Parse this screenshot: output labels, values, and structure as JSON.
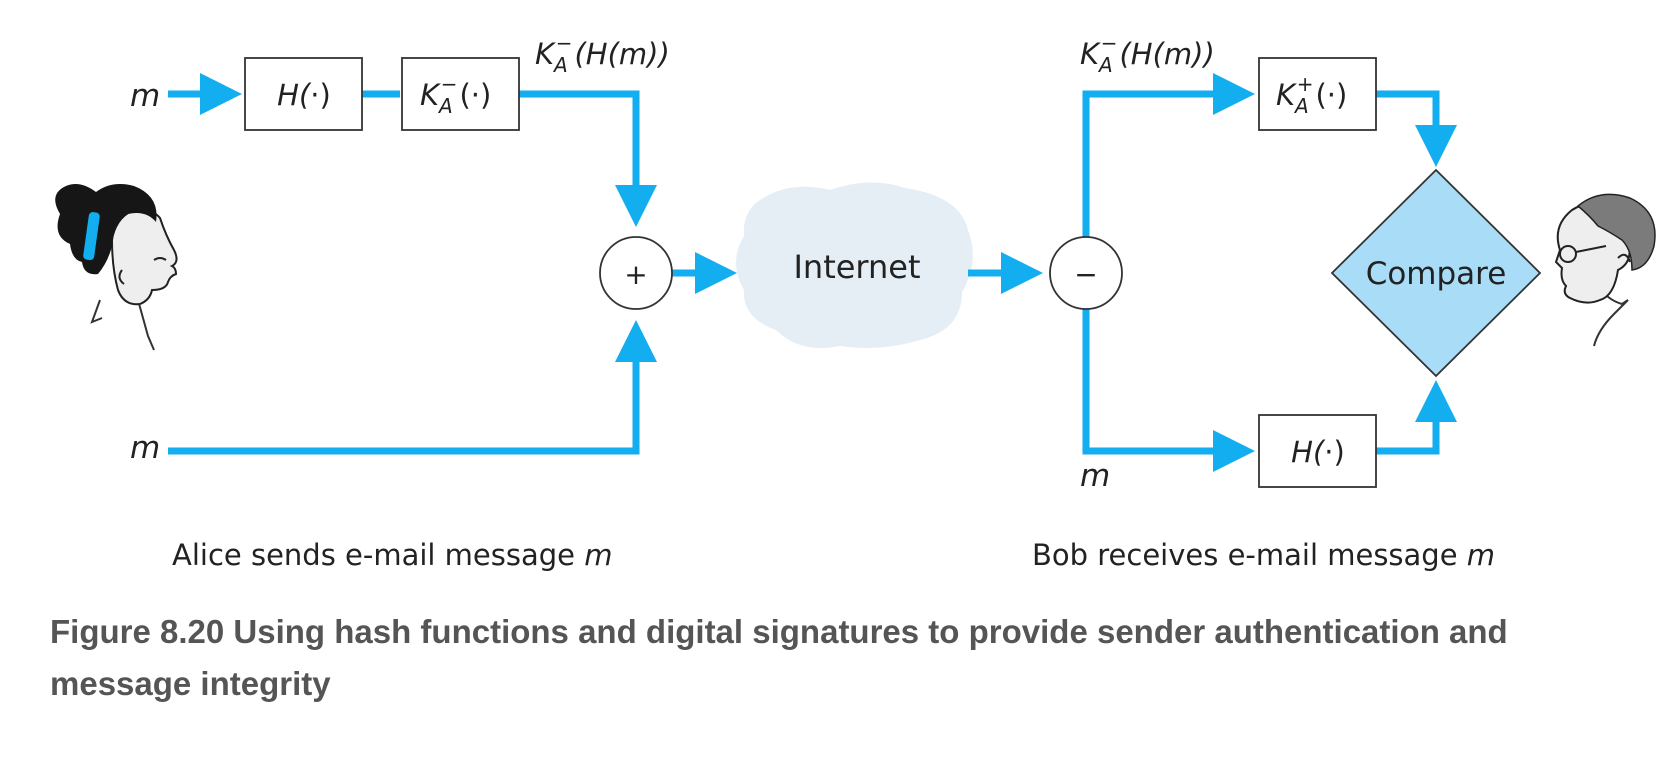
{
  "diagram": {
    "colors": {
      "arrow": "#12AEEF",
      "box_stroke": "#333333",
      "cloud": "#E6EEF5",
      "compare_fill": "#A9DDF7",
      "text": "#222222",
      "caption": "#555555"
    },
    "alice": {
      "input_m_top": "m",
      "input_m_bottom": "m",
      "hash_box": {
        "base": "H(",
        "dot": "·",
        "close": ")"
      },
      "private_key_box": {
        "k": "K",
        "sub": "A",
        "sup": "−",
        "arg": "(·)"
      },
      "signed_label": {
        "k": "K",
        "sub": "A",
        "sup": "−",
        "arg": "(H(m))"
      },
      "combine_symbol": "+",
      "caption_text": "Alice sends e-mail message ",
      "caption_var": "m",
      "avatar_icon": "woman-avatar-icon"
    },
    "internet": {
      "label": "Internet"
    },
    "bob": {
      "split_symbol": "−",
      "signed_label": {
        "k": "K",
        "sub": "A",
        "sup": "−",
        "arg": "(H(m))"
      },
      "public_key_box": {
        "k": "K",
        "sub": "A",
        "sup": "+",
        "arg": "(·)"
      },
      "hash_box": {
        "base": "H(",
        "dot": "·",
        "close": ")"
      },
      "message_label": "m",
      "compare_label": "Compare",
      "caption_text": "Bob receives e-mail message ",
      "caption_var": "m",
      "avatar_icon": "man-avatar-icon"
    }
  },
  "figure_caption": "Figure 8.20 Using hash functions and digital signatures to provide sender authentication and message integrity"
}
